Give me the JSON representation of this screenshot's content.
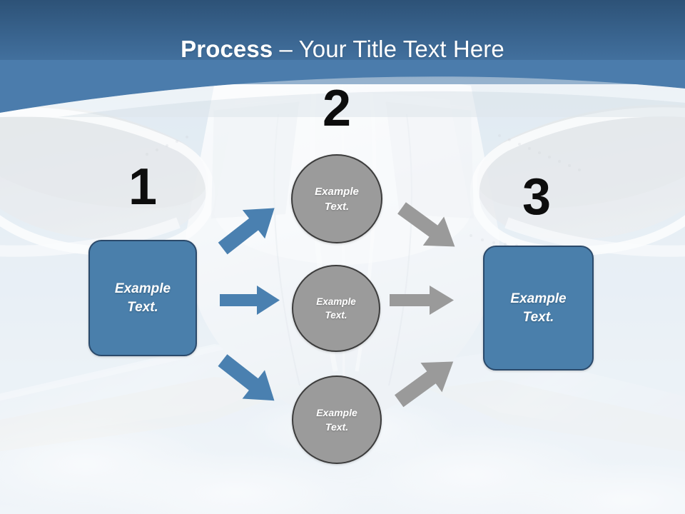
{
  "slide": {
    "title_bold": "Process",
    "title_rest": " – Your Title Text Here",
    "title_full": "Process – Your Title Text Here"
  },
  "diagram": {
    "steps": [
      {
        "number": "1",
        "label": "Example\nText."
      },
      {
        "number": "2",
        "label": "Example\nText."
      },
      {
        "number": "3",
        "label": "Example\nText."
      }
    ],
    "start_box": {
      "line1": "Example",
      "line2": "Text."
    },
    "end_box": {
      "line1": "Example",
      "line2": "Text."
    },
    "circles": [
      {
        "line1": "Example",
        "line2": "Text."
      },
      {
        "line1": "Example",
        "line2": "Text."
      },
      {
        "line1": "Example",
        "line2": "Text."
      }
    ],
    "numbers": {
      "one": "1",
      "two": "2",
      "three": "3"
    }
  },
  "colors": {
    "header_top": "#2d5277",
    "header_bottom": "#4b7cac",
    "box_fill": "#4a7fab",
    "box_border": "#2b4a6b",
    "circle_fill": "#9b9b9b",
    "circle_border": "#3c3c3c",
    "arrow_blue": "#4a80b0",
    "arrow_gray": "#9a9a9a",
    "number_color": "#0d0d0d",
    "title_text": "#ffffff"
  }
}
